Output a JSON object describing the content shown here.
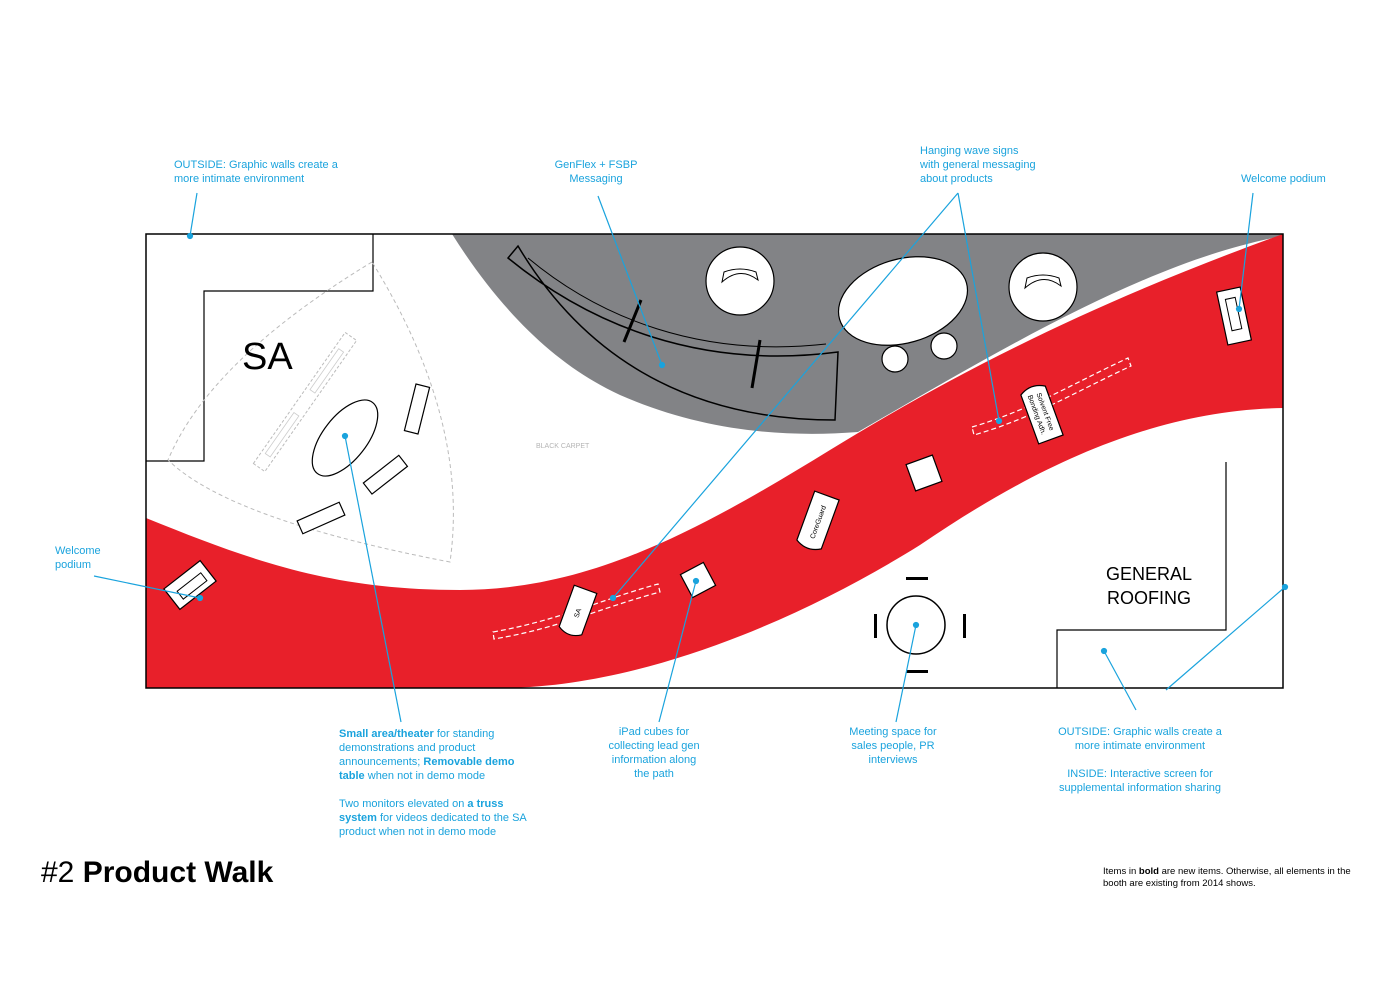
{
  "plan": {
    "sa_label": "SA",
    "general_roofing_label": [
      "GENERAL",
      "ROOFING"
    ],
    "carpet_label": "BLACK CARPET",
    "counter_labels": {
      "sa": "SA",
      "coreguard": "CoreGuard",
      "solvent_free": [
        "Solvent Free",
        "Bonding Adh."
      ]
    },
    "colors": {
      "walkway": "#e8202a",
      "carpet": "#828386",
      "annotation": "#1aa3dd",
      "outline": "#000000"
    }
  },
  "annotations": {
    "outside_top_left": [
      "OUTSIDE: Graphic walls create a",
      "more intimate environment"
    ],
    "genflex": [
      "GenFlex + FSBP",
      "Messaging"
    ],
    "hanging_wave": [
      "Hanging wave signs",
      "with general messaging",
      "about products"
    ],
    "welcome_right": "Welcome podium",
    "welcome_left": [
      "Welcome",
      "podium"
    ],
    "small_area": {
      "p1": [
        {
          "t": "Small area/theater",
          "b": true
        },
        {
          "t": " for standing demonstrations and product announcements; ",
          "b": false
        },
        {
          "t": "Removable demo table",
          "b": true
        },
        {
          "t": " when not in demo mode",
          "b": false
        }
      ],
      "p2": [
        {
          "t": "Two monitors elevated on ",
          "b": false
        },
        {
          "t": "a truss system",
          "b": true
        },
        {
          "t": " for videos dedicated to the SA product when not in demo mode",
          "b": false
        }
      ]
    },
    "ipad": [
      "iPad cubes for",
      "collecting lead gen",
      "information along",
      "the path"
    ],
    "meeting": [
      "Meeting space for",
      "sales people, PR",
      "interviews"
    ],
    "outside_bottom_right": [
      "OUTSIDE: Graphic walls create a",
      "more intimate environment"
    ],
    "inside_bottom_right": [
      "INSIDE: Interactive screen for",
      "supplemental information sharing"
    ]
  },
  "title": {
    "number": "#2",
    "name": "Product Walk"
  },
  "footnote": [
    {
      "t": "Items in ",
      "b": false
    },
    {
      "t": "bold",
      "b": true
    },
    {
      "t": " are new items. Otherwise, all elements in the booth are existing from 2014 shows.",
      "b": false
    }
  ]
}
